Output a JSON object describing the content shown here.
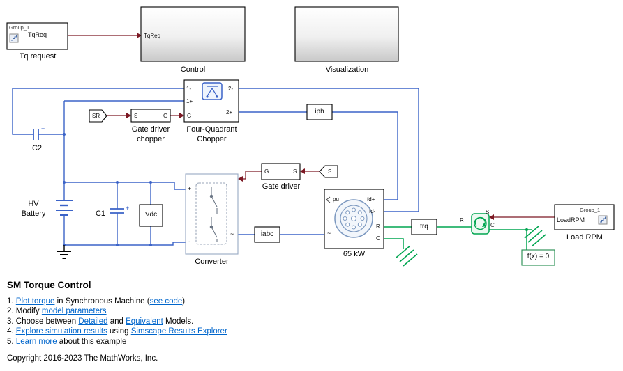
{
  "colors": {
    "electrical": "#3B63C8",
    "mechanical": "#00A550",
    "signal": "#7C1823",
    "link": "#0066CC"
  },
  "blocks": {
    "tq_request": {
      "group": "Group_1",
      "signal": "TqReq",
      "caption": "Tq request"
    },
    "control": {
      "port": "TqReq",
      "caption": "Control"
    },
    "visualization": {
      "caption": "Visualization"
    },
    "chopper": {
      "caption1": "Four-Quadrant",
      "caption2": "Chopper",
      "p_1m": "1-",
      "p_1p": "1+",
      "p_g": "G",
      "p_2m": "2-",
      "p_2p": "2+"
    },
    "gdc": {
      "caption1": "Gate driver",
      "caption2": "chopper",
      "p_s": "S",
      "p_g": "G"
    },
    "sr_tag": {
      "label": "SR"
    },
    "s_tag": {
      "label": "S"
    },
    "gate_driver": {
      "caption": "Gate driver",
      "p_g": "G",
      "p_s": "S"
    },
    "iph": {
      "label": "iph"
    },
    "iabc": {
      "label": "iabc"
    },
    "trq": {
      "label": "trq"
    },
    "vdc": {
      "label": "Vdc"
    },
    "c1": {
      "label": "C1",
      "plus": "+"
    },
    "c2": {
      "label": "C2",
      "plus": "+"
    },
    "battery": {
      "caption1": "HV",
      "caption2": "Battery"
    },
    "converter": {
      "caption": "Converter",
      "p_plus": "+",
      "p_minus": "-",
      "p_ac": "~"
    },
    "machine": {
      "caption": "65 kW",
      "p_pu": "pu",
      "p_ac": "~",
      "p_fdp": "fd+",
      "p_fdm": "fd-",
      "p_r": "R",
      "p_c": "C"
    },
    "source": {
      "p_r": "R",
      "p_s": "S",
      "p_c": "C"
    },
    "load_rpm": {
      "group": "Group_1",
      "signal": "LoadRPM",
      "caption": "Load RPM"
    },
    "solver": {
      "label": "f(x) = 0"
    }
  },
  "notes": {
    "title": "SM Torque Control",
    "items": [
      {
        "segs": [
          {
            "t": "1. "
          },
          {
            "t": "Plot torque",
            "link": true
          },
          {
            "t": " in Synchronous Machine ("
          },
          {
            "t": "see code",
            "link": true
          },
          {
            "t": ")"
          }
        ]
      },
      {
        "segs": [
          {
            "t": "2. Modify "
          },
          {
            "t": "model parameters",
            "link": true
          }
        ]
      },
      {
        "segs": [
          {
            "t": "3. Choose between "
          },
          {
            "t": "Detailed",
            "link": true
          },
          {
            "t": " and "
          },
          {
            "t": "Equivalent",
            "link": true
          },
          {
            "t": " Models."
          }
        ]
      },
      {
        "segs": [
          {
            "t": "4. "
          },
          {
            "t": "Explore simulation results",
            "link": true
          },
          {
            "t": " using "
          },
          {
            "t": "Simscape Results Explorer",
            "link": true
          }
        ]
      },
      {
        "segs": [
          {
            "t": "5. "
          },
          {
            "t": "Learn more",
            "link": true
          },
          {
            "t": " about this example"
          }
        ]
      }
    ],
    "copyright": "Copyright 2016-2023 The MathWorks, Inc."
  }
}
